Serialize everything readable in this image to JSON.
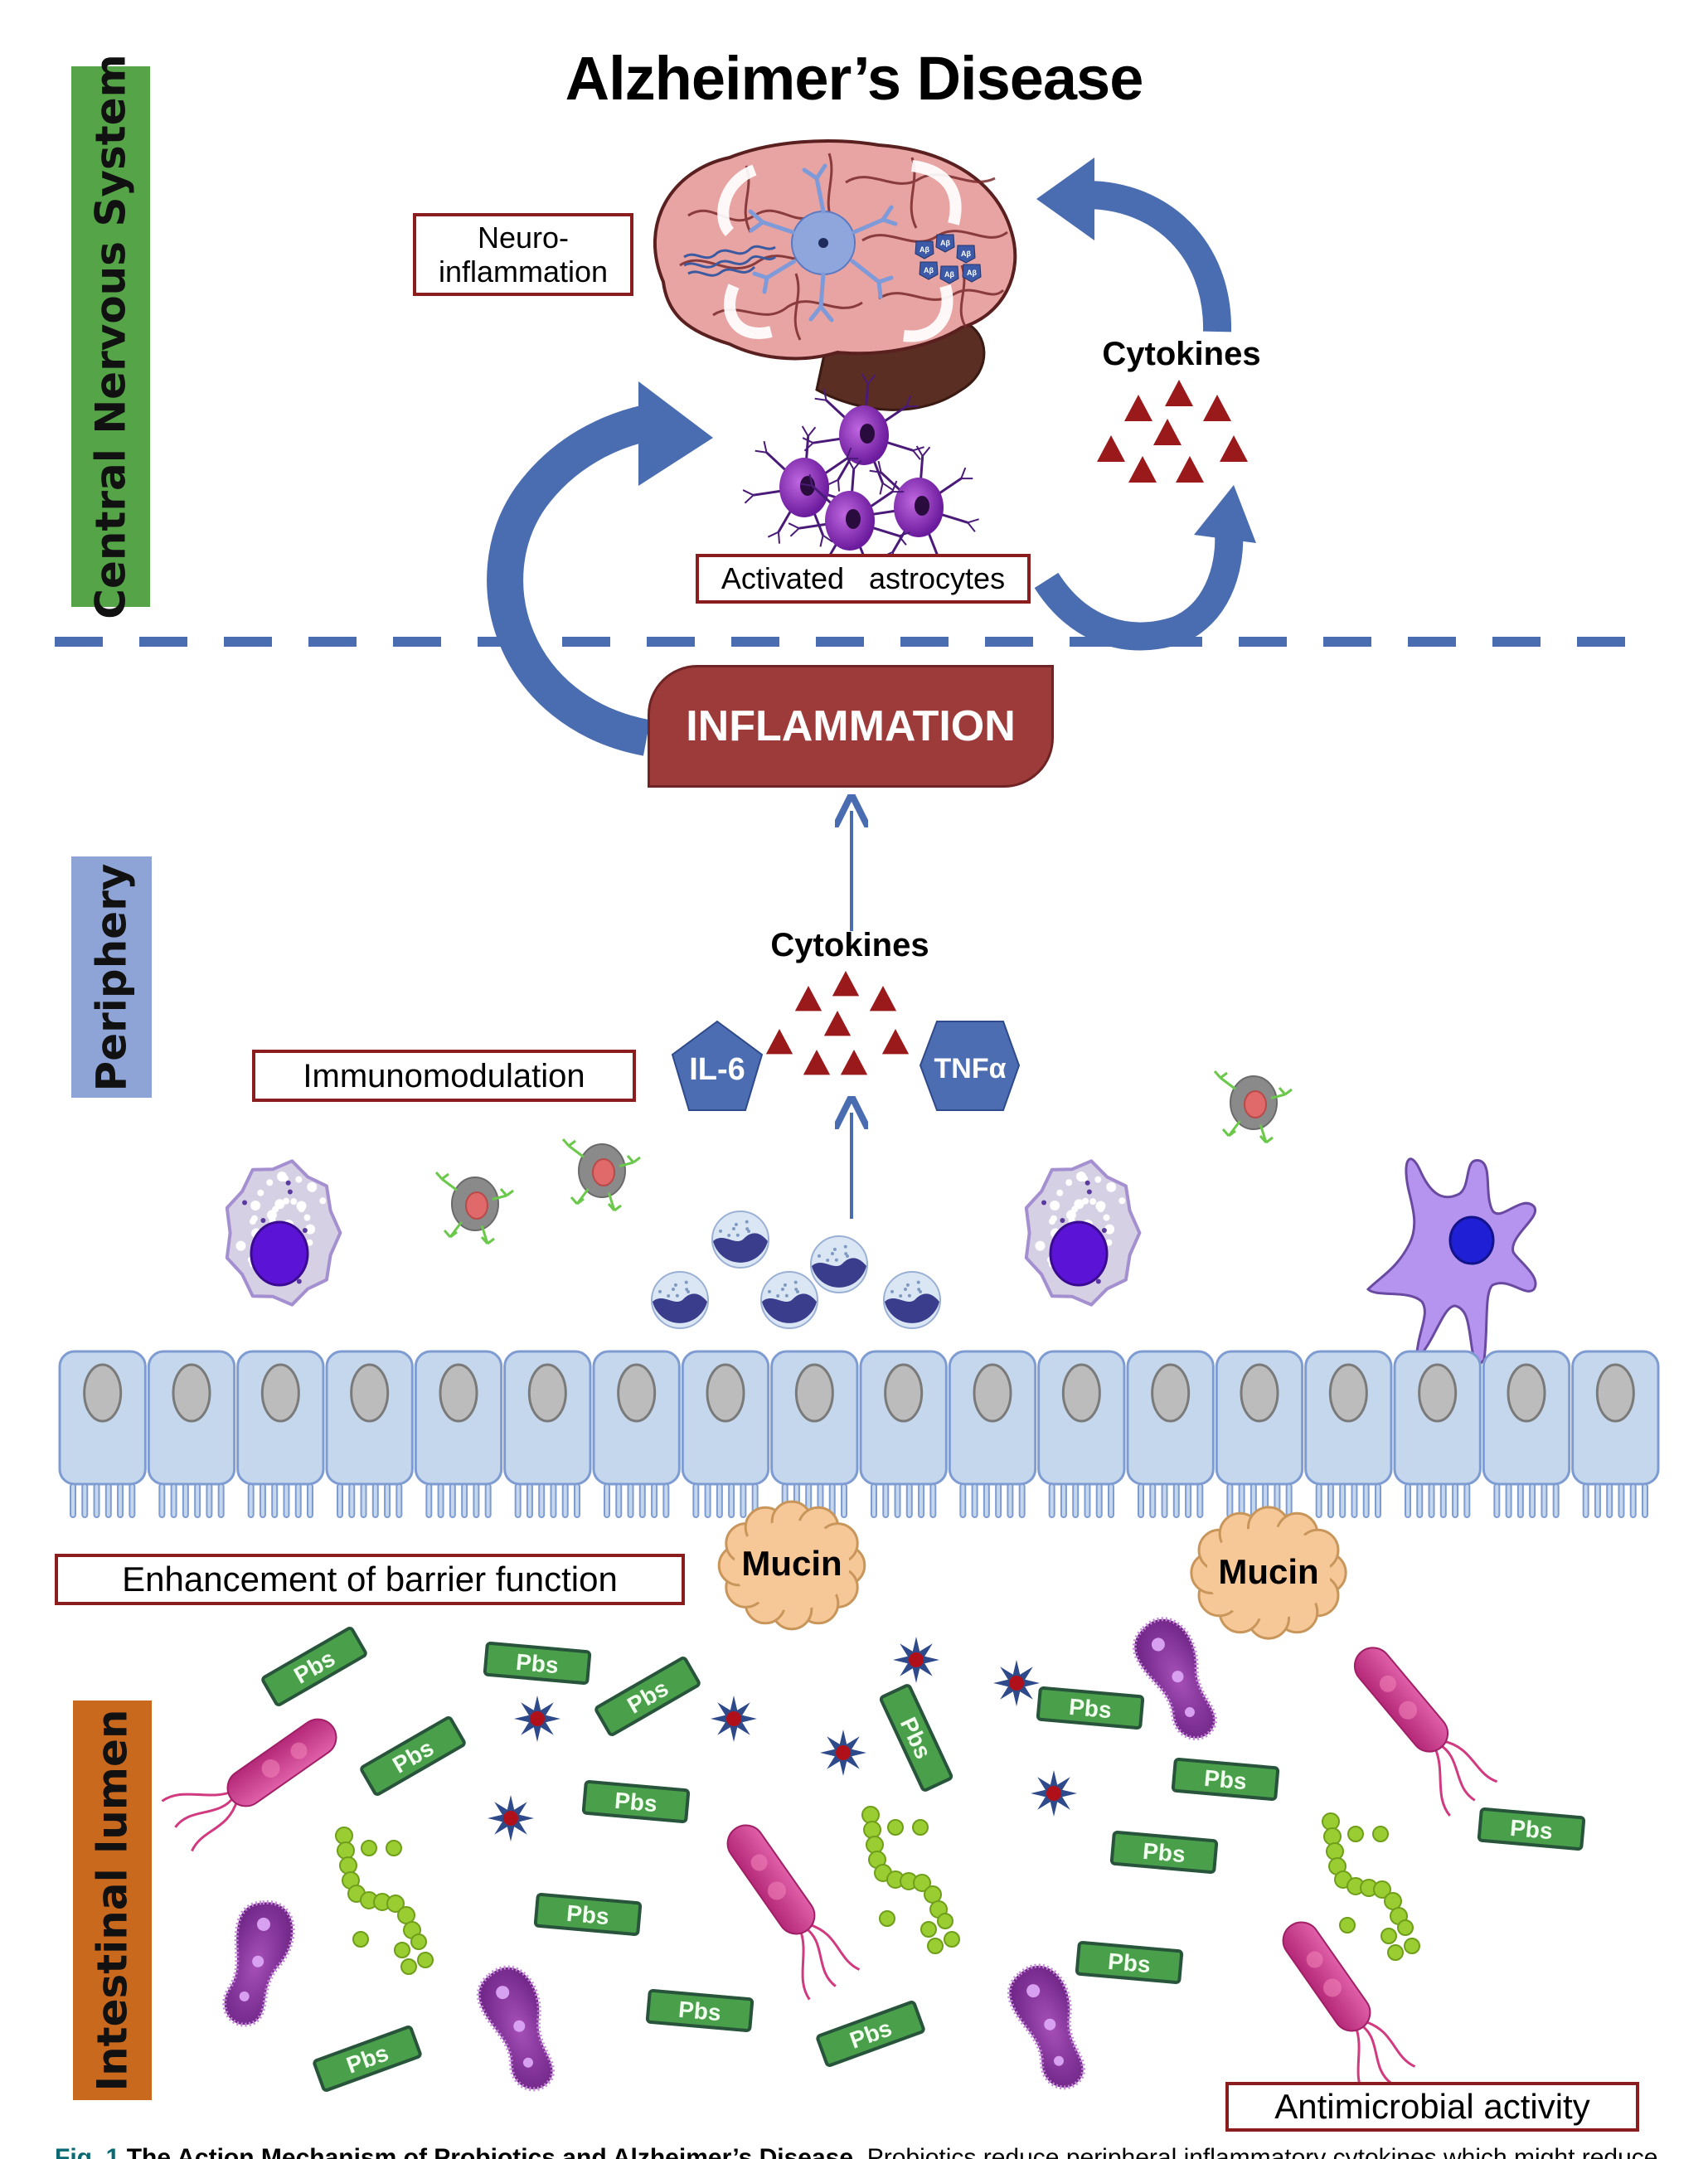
{
  "title": "Alzheimer’s Disease",
  "sections": {
    "cns": {
      "label": "Central Nervous System",
      "color": "#55a548"
    },
    "periphery": {
      "label": "Periphery",
      "color": "#8fa4d6"
    },
    "lumen": {
      "label": "Intestinal lumen",
      "color": "#c8691e"
    }
  },
  "cns": {
    "neuroinflammation_label_line1": "Neuro-",
    "neuroinflammation_label_line2": "inflammation",
    "amyloid_label": "Aβ",
    "astrocytes_label": "Activated   astrocytes",
    "cytokines_label": "Cytokines"
  },
  "inflammation_label": "INFLAMMATION",
  "periphery": {
    "cytokines_label": "Cytokines",
    "il6_label": "IL-6",
    "tnf_label": "TNFα",
    "immunomodulation_label": "Immunomodulation"
  },
  "barrier": {
    "enhancement_label": "Enhancement of barrier function",
    "mucin_label": "Mucin"
  },
  "lumen": {
    "probiotic_label": "Pbs",
    "antimicrobial_label": "Antimicrobial activity"
  },
  "caption": {
    "fig": "Fig. 1",
    "title": "The Action Mechanism of Probiotics and Alzheimer’s Disease.",
    "body": "Probiotics reduce peripheral inflammatory cytokines which might reduce neuroinflammation in the"
  },
  "colors": {
    "label_border": "#8b1d1f",
    "inflammation": "#9c3b39",
    "arrow_blue": "#4a6cb0",
    "cytokine_red": "#9a1a1c",
    "epithelium_fill": "#c4d7ed",
    "epithelium_stroke": "#7f9cd2",
    "probiotic_green": "#4aa04a",
    "mucin": "#f6c898"
  }
}
